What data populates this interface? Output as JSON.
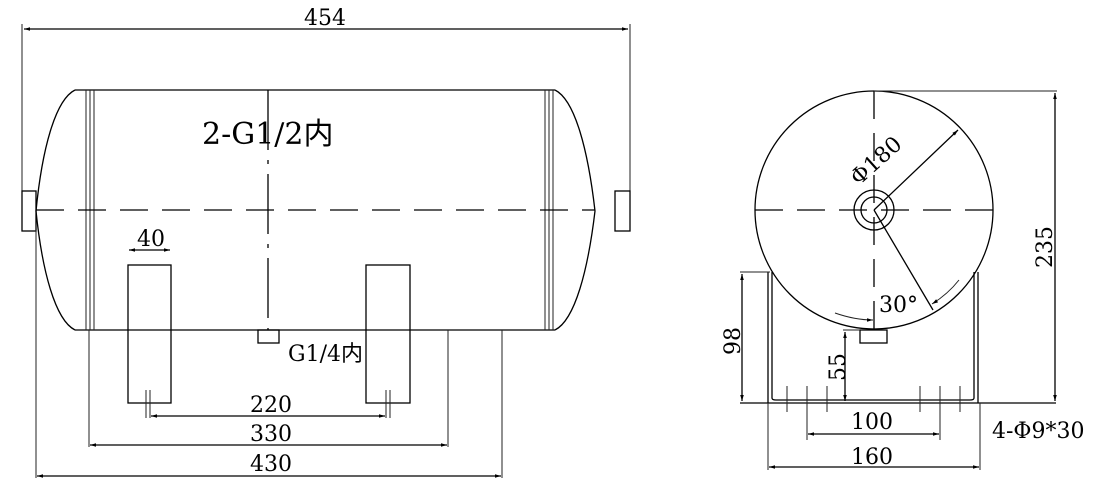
{
  "drawing": {
    "side_view": {
      "overall_length_label": "454",
      "port_top_label": "2-G1/2内",
      "saddle_width_label": "40",
      "drain_port_label": "G1/4内",
      "mount_hole_spacing_label": "220",
      "saddle_span_label": "330",
      "body_length_label": "430"
    },
    "end_view": {
      "diameter_label": "Φ180",
      "angle_label": "30°",
      "overall_height_label": "235",
      "saddle_height_label": "98",
      "drain_height_label": "55",
      "hole_spacing_label": "100",
      "base_width_label": "160",
      "hole_spec_label": "4-Φ9*30"
    }
  }
}
